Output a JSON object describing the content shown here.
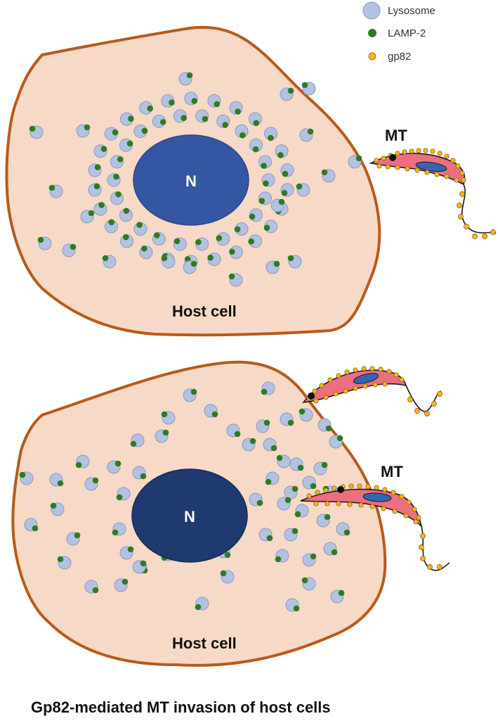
{
  "legend": {
    "lysosome": "Lysosome",
    "lamp2": "LAMP-2",
    "gp82": "gp82"
  },
  "colors": {
    "cytoplasm": "#f6d9c6",
    "membrane": "#b85a1c",
    "nucleus_top": "#3556a3",
    "nucleus_bottom": "#1f3a6e",
    "lysosome": "#b3c2e0",
    "lamp2": "#2f7a24",
    "gp82": "#f2b51c",
    "parasite_body": "#ec6f7f",
    "parasite_nucleus": "#3565b0"
  },
  "panel_top": {
    "nucleus_label": "N",
    "cell_label": "Host cell",
    "parasite_label": "MT"
  },
  "panel_bottom": {
    "nucleus_label": "N",
    "cell_label": "Host cell",
    "parasite_label": "MT"
  },
  "caption": "Gp82-mediated MT invasion of host cells"
}
